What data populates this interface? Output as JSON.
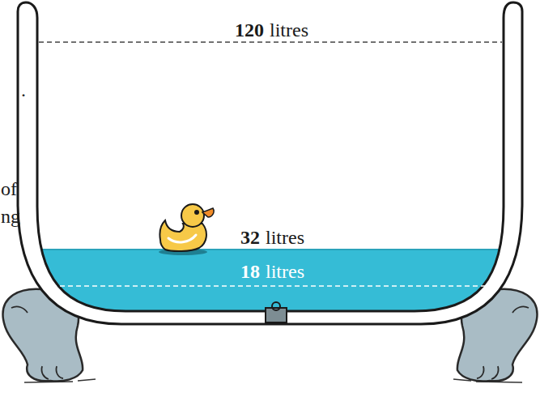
{
  "diagram": {
    "labels": [
      ".",
      "of",
      "ng",
      "120",
      "litres",
      "32",
      "litres",
      "18",
      "litres"
    ]
  }
}
